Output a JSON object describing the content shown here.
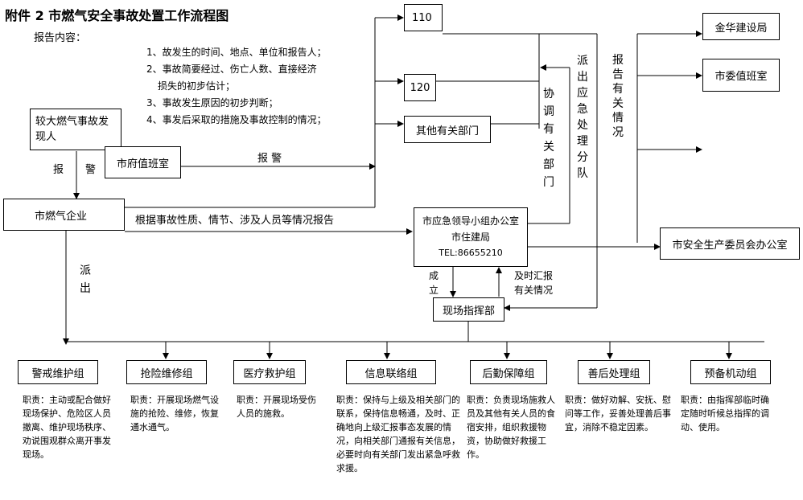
{
  "title": "附件 2 市燃气安全事故处置工作流程图",
  "report_content": {
    "heading": "报告内容：",
    "items": [
      "1、故发生的时间、地点、单位和报告人；",
      "2、事故简要经过、伤亡人数、直接经济",
      "损失的初步估计；",
      "3、事故发生原因的初步判断；",
      "4、事发后采取的措施及事故控制的情况；"
    ]
  },
  "nodes": {
    "discoverer": "较大燃气事故发现人",
    "gov_duty": "市府值班室",
    "gas_company": "市燃气企业",
    "n110": "110",
    "n120": "120",
    "other_depts": "其他有关部门",
    "leader_office": {
      "line1": "市应急领导小组办公室",
      "line2": "市住建局",
      "tel": "TEL:86655210"
    },
    "field_hq": "现场指挥部",
    "jinhua": "金华建设局",
    "party_duty": "市委值班室",
    "safety_office": "市安全生产委员会办公室"
  },
  "labels": {
    "report_char1": "报",
    "report_char2": "警",
    "report_police": "报 警",
    "report_by_nature": "根据事故性质、情节、涉及人员等情况报告",
    "dispatch": "派出",
    "coordinate": "协调有关部门",
    "dispatch_team": "派出应急处理分队",
    "report_situation": "报告有关情况",
    "establish": "成立",
    "report_timely": "及时汇报有关情况"
  },
  "groups": [
    {
      "name": "警戒维护组",
      "duty": "职责：主动或配合做好现场保护、危险区人员撤离、维护现场秩序、劝说围观群众离开事发现场。"
    },
    {
      "name": "抢险维修组",
      "duty": "职责：开展现场燃气设施的抢险、维修，恢复通水通气。"
    },
    {
      "name": "医疗救护组",
      "duty": "职责：开展现场受伤人员的施救。"
    },
    {
      "name": "信息联络组",
      "duty": "职责：保持与上级及相关部门的联系，保持信息畅通，及时、正确地向上级汇报事态发展的情况，向相关部门通报有关信息，必要时向有关部门发出紧急呼救求援。"
    },
    {
      "name": "后勤保障组",
      "duty": "职责：负责现场施救人员及其他有关人员的食宿安排，组织救援物资，协助做好救援工作。"
    },
    {
      "name": "善后处理组",
      "duty": "职责：做好劝解、安抚、慰问等工作，妥善处理善后事宜，消除不稳定因素。"
    },
    {
      "name": "预备机动组",
      "duty": "职责：由指挥部临时确定随时听候总指挥的调动、使用。"
    }
  ]
}
